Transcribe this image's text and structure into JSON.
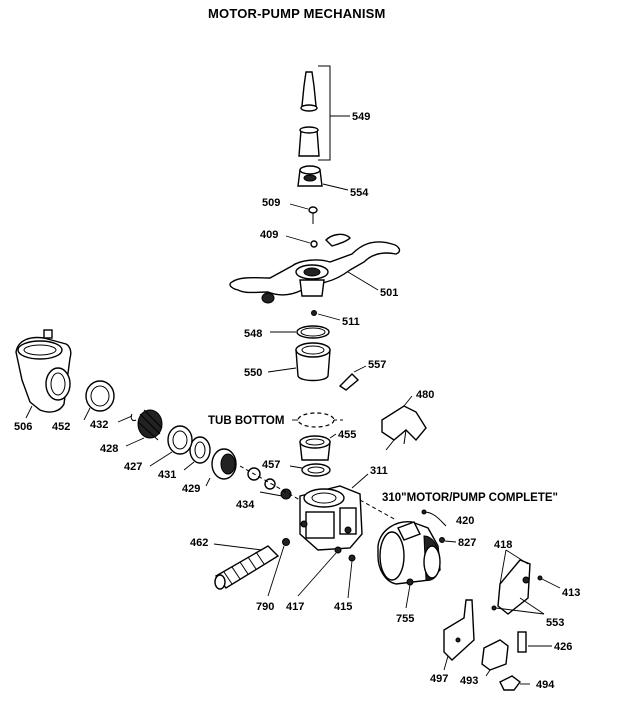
{
  "title": "MOTOR-PUMP MECHANISM",
  "labels": {
    "tub_bottom": "TUB BOTTOM",
    "motor_pump_complete": "310\"MOTOR/PUMP COMPLETE\""
  },
  "parts": {
    "p549": "549",
    "p554": "554",
    "p509": "509",
    "p409": "409",
    "p501": "501",
    "p511": "511",
    "p548": "548",
    "p550": "550",
    "p557": "557",
    "p480": "480",
    "p455": "455",
    "p457": "457",
    "p311": "311",
    "p420": "420",
    "p827": "827",
    "p418": "418",
    "p413": "413",
    "p553": "553",
    "p426": "426",
    "p494": "494",
    "p493": "493",
    "p497": "497",
    "p755": "755",
    "p415": "415",
    "p417": "417",
    "p790": "790",
    "p462": "462",
    "p434": "434",
    "p429": "429",
    "p431": "431",
    "p427": "427",
    "p428": "428",
    "p432": "432",
    "p452": "452",
    "p506": "506"
  }
}
